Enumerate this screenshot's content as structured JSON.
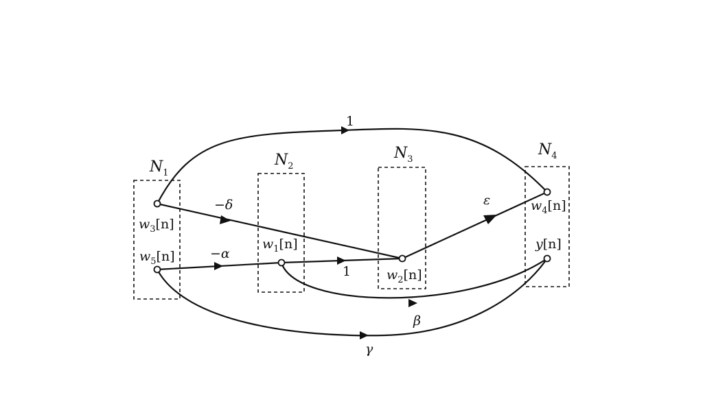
{
  "colors": {
    "ink": "#111111",
    "background": "#ffffff"
  },
  "groups": [
    {
      "id": "N1",
      "name": "N",
      "sub": "1"
    },
    {
      "id": "N2",
      "name": "N",
      "sub": "2"
    },
    {
      "id": "N3",
      "name": "N",
      "sub": "3"
    },
    {
      "id": "N4",
      "name": "N",
      "sub": "4"
    }
  ],
  "nodes": {
    "w3": {
      "base": "w",
      "sub": "3",
      "suffix": "[n]"
    },
    "w5": {
      "base": "w",
      "sub": "5",
      "suffix": "[n]"
    },
    "w1": {
      "base": "w",
      "sub": "1",
      "suffix": "[n]"
    },
    "w2": {
      "base": "w",
      "sub": "2",
      "suffix": "[n]"
    },
    "w4": {
      "base": "w",
      "sub": "4",
      "suffix": "[n]"
    },
    "y": {
      "base": "y",
      "sub": "",
      "suffix": "[n]"
    }
  },
  "edges": [
    {
      "id": "w3-w4",
      "from": "w3",
      "to": "w4",
      "gain": "1"
    },
    {
      "id": "w3-w2",
      "from": "w3",
      "to": "w2",
      "gain": "−δ"
    },
    {
      "id": "w5-w1",
      "from": "w5",
      "to": "w1",
      "gain": "−α"
    },
    {
      "id": "w1-w2",
      "from": "w1",
      "to": "w2",
      "gain": "1"
    },
    {
      "id": "w2-w4",
      "from": "w2",
      "to": "w4",
      "gain": "ε"
    },
    {
      "id": "w1-y",
      "from": "w1",
      "to": "y",
      "gain": "β"
    },
    {
      "id": "w5-y",
      "from": "w5",
      "to": "y",
      "gain": "γ"
    }
  ]
}
